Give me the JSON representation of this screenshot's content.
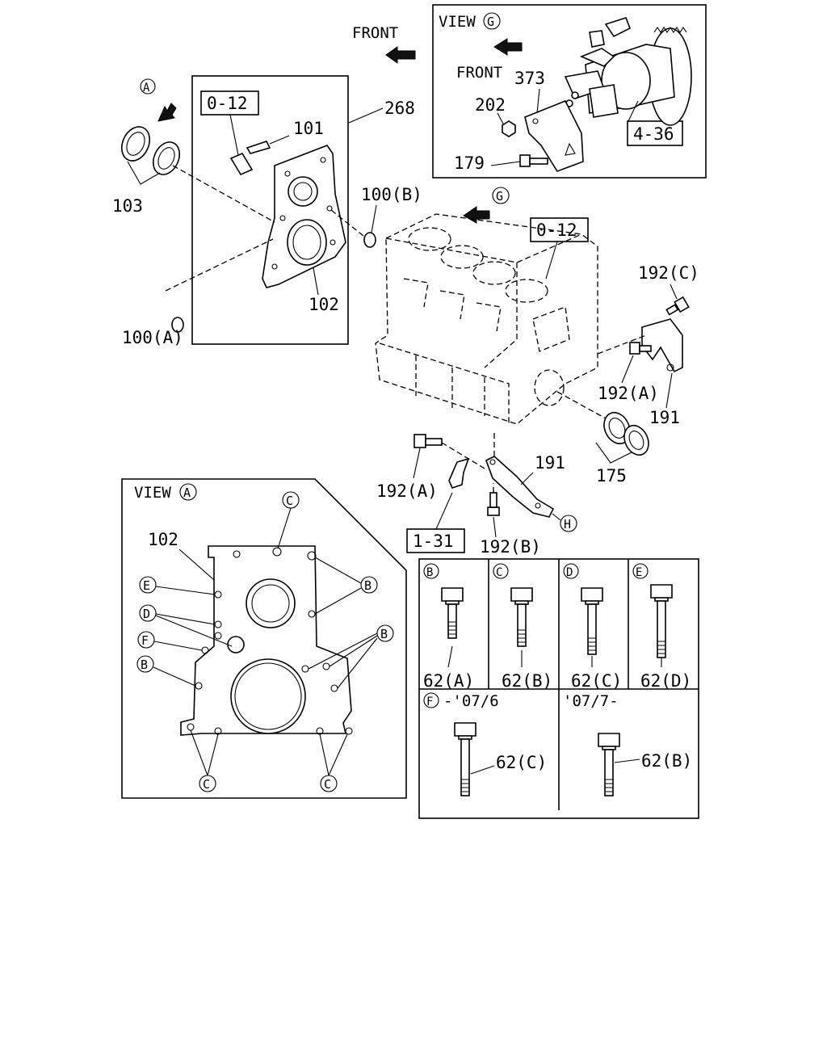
{
  "front_label_top": "FRONT",
  "view_g": {
    "title": "VIEW",
    "letter": "G",
    "front": "FRONT",
    "p373": "373",
    "p202": "202",
    "p179": "179",
    "ref": "4-36"
  },
  "cover": {
    "ref": "0-12",
    "p101": "101",
    "p268": "268",
    "p102": "102",
    "p103": "103",
    "p100b": "100(B)",
    "p100a": "100(A)",
    "letter": "A"
  },
  "block": {
    "g_letter": "G",
    "ref": "0-12",
    "p192c": "192(C)",
    "p192a_right": "192(A)",
    "p191_right": "191",
    "p175": "175",
    "p191_low": "191",
    "p192a_left": "192(A)",
    "ref_131": "1-31",
    "p192b": "192(B)",
    "h_letter": "H"
  },
  "view_a": {
    "title": "VIEW",
    "letter": "A",
    "p102": "102",
    "callouts": [
      "C",
      "E",
      "D",
      "F",
      "B",
      "B",
      "B",
      "C",
      "C"
    ]
  },
  "bolts": {
    "top": [
      {
        "letter": "B",
        "label": "62(A)"
      },
      {
        "letter": "C",
        "label": "62(B)"
      },
      {
        "letter": "D",
        "label": "62(C)"
      },
      {
        "letter": "E",
        "label": "62(D)"
      }
    ],
    "bottom_left": {
      "letter": "F",
      "range": "-'07/6",
      "label": "62(C)"
    },
    "bottom_right": {
      "range": "'07/7-",
      "label": "62(B)"
    }
  }
}
